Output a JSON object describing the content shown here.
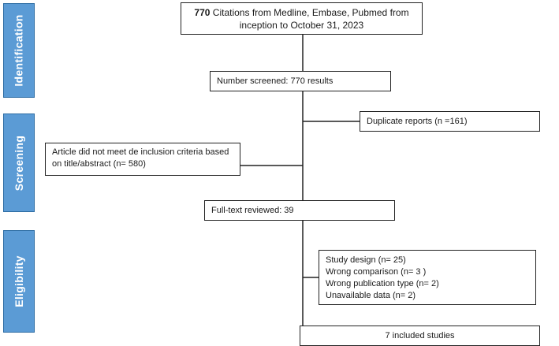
{
  "stages": {
    "identification": "Identification",
    "screening": "Screening",
    "eligibility": "Eligibility"
  },
  "boxes": {
    "citations": {
      "count": "770",
      "text": "Citations from Medline, Embase, Pubmed from inception to October 31, 2023"
    },
    "screened": "Number screened: 770 results",
    "duplicates": "Duplicate reports (n =161)",
    "excluded_abstract": "Article did not meet de inclusion criteria based on title/abstract (n= 580)",
    "fulltext": "Full-text reviewed: 39",
    "exclusions": [
      "Study design (n= 25)",
      "Wrong comparison (n= 3 )",
      "Wrong publication type (n= 2)",
      "Unavailable data (n= 2)"
    ],
    "included": "7 included studies"
  },
  "colors": {
    "stage_fill": "#5b9bd5",
    "stage_border": "#2e6da4",
    "box_border": "#222222"
  }
}
